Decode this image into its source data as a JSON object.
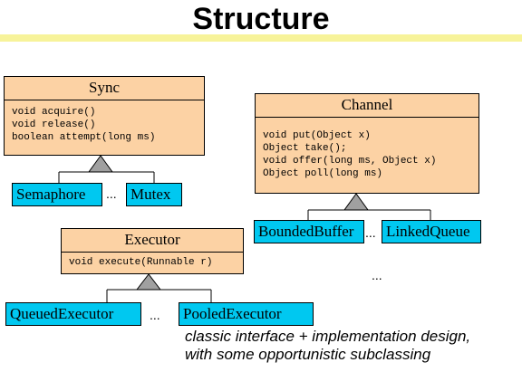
{
  "title": "Structure",
  "colors": {
    "class_fill": "#fcd2a4",
    "subclass_fill": "#00c8f0",
    "title_bar": "#f7f39a",
    "arrow_fill": "#a0a0a0"
  },
  "classes": {
    "sync": {
      "name": "Sync",
      "operations": [
        "void acquire()",
        "void release()",
        "boolean attempt(long ms)"
      ]
    },
    "channel": {
      "name": "Channel",
      "operations": [
        "void put(Object x)",
        "Object take();",
        "void offer(long ms, Object x)",
        "Object poll(long ms)"
      ]
    },
    "executor": {
      "name": "Executor",
      "operations": [
        "void execute(Runnable r)"
      ]
    }
  },
  "subclasses": {
    "semaphore": "Semaphore",
    "mutex": "Mutex",
    "bounded_buffer": "BoundedBuffer",
    "linked_queue": "LinkedQueue",
    "queued_executor": "QueuedExecutor",
    "pooled_executor": "PooledExecutor"
  },
  "ellipses": {
    "sync": "...",
    "channel": "...",
    "channel_more": "...",
    "executor": "..."
  },
  "caption": {
    "line1": "classic interface + implementation design,",
    "line2": "with some opportunistic subclassing"
  }
}
